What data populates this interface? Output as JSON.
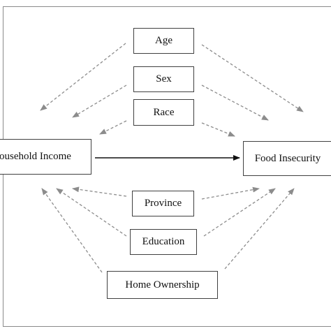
{
  "nodes": {
    "age": "Age",
    "sex": "Sex",
    "race": "Race",
    "household_income": "ousehold Income",
    "food_insecurity": "Food Insecurity",
    "province": "Province",
    "education": "Education",
    "home_ownership": "Home Ownership"
  },
  "colors": {
    "solid_arrow": "#111111",
    "dashed_arrow": "#8c8c8c",
    "box_border": "#404040"
  }
}
